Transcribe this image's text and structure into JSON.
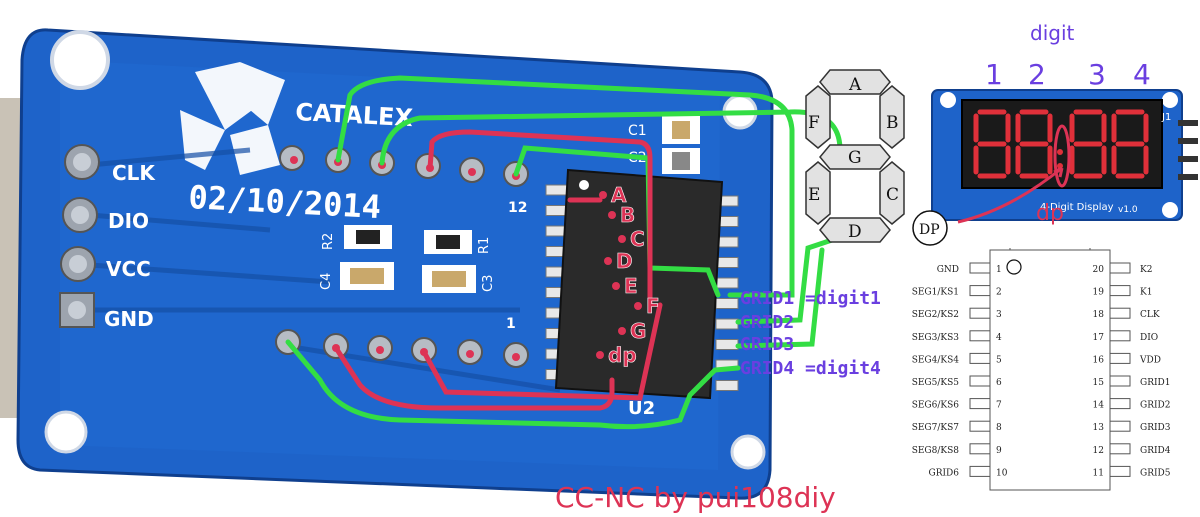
{
  "board": {
    "brand": "CATALEX",
    "date": "02/10/2014",
    "pin_labels": [
      "CLK",
      "DIO",
      "VCC",
      "GND"
    ],
    "component_labels": {
      "r2": "R2",
      "r1": "R1",
      "c4": "C4",
      "c3": "C3",
      "c1": "C1",
      "c2": "C2",
      "u2": "U2",
      "pin12": "12",
      "pin1": "1"
    },
    "colors": {
      "pcb": "#1e63c9",
      "pcb_dark": "#154fa6",
      "wire_green": "#33dd44",
      "wire_red": "#dd3355",
      "accent_purple": "#6a3fe0"
    }
  },
  "segment_markers": [
    "A",
    "B",
    "C",
    "D",
    "E",
    "F",
    "G",
    "dp"
  ],
  "grid_labels": [
    "GRID1 =digit1",
    "GRID2",
    "GRID3",
    "GRID4 =digit4"
  ],
  "seven_segment": {
    "segments": [
      "A",
      "B",
      "C",
      "D",
      "E",
      "F",
      "G"
    ]
  },
  "display_module": {
    "title": "digit",
    "digits": [
      "1",
      "2",
      "3",
      "4"
    ],
    "dp_marker": "DP",
    "dp_label": "dp",
    "silk": "4-Digit Display",
    "version": "v1.0",
    "header_label": "J1"
  },
  "chip_pinout": {
    "left": [
      {
        "num": "1",
        "name": "GND"
      },
      {
        "num": "2",
        "name": "SEG1/KS1"
      },
      {
        "num": "3",
        "name": "SEG2/KS2"
      },
      {
        "num": "4",
        "name": "SEG3/KS3"
      },
      {
        "num": "5",
        "name": "SEG4/KS4"
      },
      {
        "num": "6",
        "name": "SEG5/KS5"
      },
      {
        "num": "7",
        "name": "SEG6/KS6"
      },
      {
        "num": "8",
        "name": "SEG7/KS7"
      },
      {
        "num": "9",
        "name": "SEG8/KS8"
      },
      {
        "num": "10",
        "name": "GRID6"
      }
    ],
    "right": [
      {
        "num": "20",
        "name": "K2"
      },
      {
        "num": "19",
        "name": "K1"
      },
      {
        "num": "18",
        "name": "CLK"
      },
      {
        "num": "17",
        "name": "DIO"
      },
      {
        "num": "16",
        "name": "VDD"
      },
      {
        "num": "15",
        "name": "GRID1"
      },
      {
        "num": "14",
        "name": "GRID2"
      },
      {
        "num": "13",
        "name": "GRID3"
      },
      {
        "num": "12",
        "name": "GRID4"
      },
      {
        "num": "11",
        "name": "GRID5"
      }
    ]
  },
  "credit": "CC-NC by pui108diy"
}
